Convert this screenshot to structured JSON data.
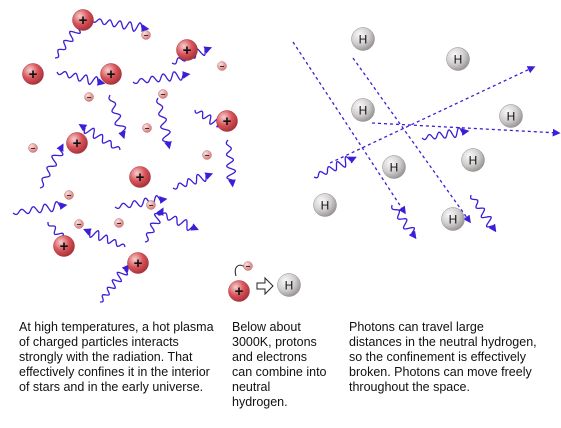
{
  "colors": {
    "proton_fill": "#d9545a",
    "proton_light": "#f4c2c2",
    "electron_fill": "#e69a9a",
    "hydrogen_fill": "#b8b5b5",
    "hydrogen_light": "#f2f2f2",
    "wave": "#3a1fd6",
    "text": "#111111"
  },
  "symbols": {
    "proton": "+",
    "electron": "−",
    "hydrogen": "H"
  },
  "icons": {
    "proton": "proton-plus-icon",
    "electron": "electron-minus-icon",
    "hydrogen": "hydrogen-atom-icon",
    "arrow": "hollow-right-arrow-icon",
    "photon": "photon-wave-icon"
  },
  "captions": {
    "left": "At high temperatures, a hot plasma of charged particles interacts strongly with the radiation. That effectively confines it in the interior of stars and in the early universe.",
    "middle": "Below about 3000K, protons and electrons can combine into neutral hydrogen.",
    "right": "Photons can travel large distances in the neutral hydrogen, so the confinement is effectively broken. Photons can move freely throughout the space."
  }
}
